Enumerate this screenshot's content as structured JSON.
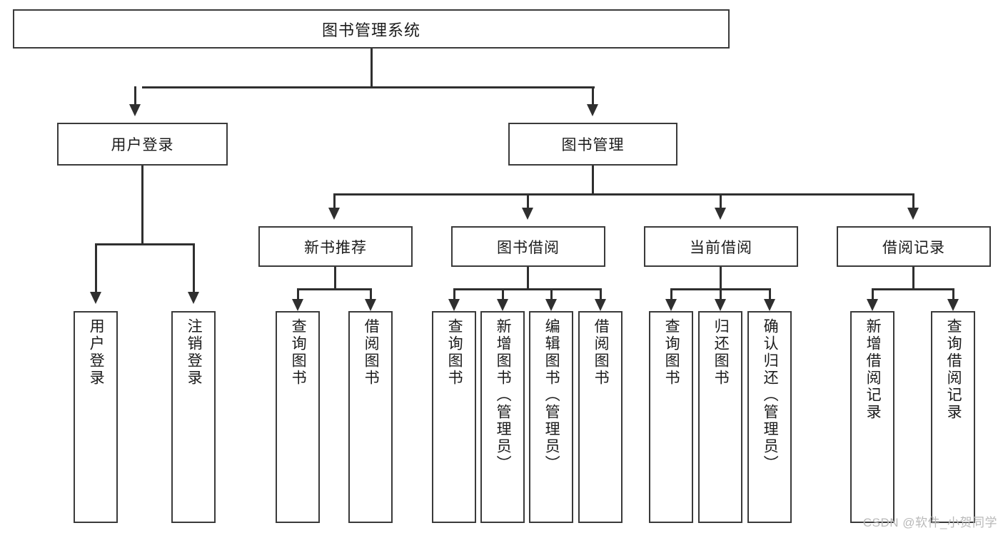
{
  "diagram": {
    "title": "图书管理系统",
    "type": "tree",
    "root": {
      "label": "图书管理系统"
    },
    "level2": [
      {
        "label": "用户登录"
      },
      {
        "label": "图书管理"
      }
    ],
    "level3": [
      {
        "label": "新书推荐"
      },
      {
        "label": "图书借阅"
      },
      {
        "label": "当前借阅"
      },
      {
        "label": "借阅记录"
      }
    ],
    "leaves": {
      "user_login": [
        {
          "label": "用户登录"
        },
        {
          "label": "注销登录"
        }
      ],
      "new_book_recommend": [
        {
          "label": "查询图书"
        },
        {
          "label": "借阅图书"
        }
      ],
      "book_borrow": [
        {
          "label": "查询图书"
        },
        {
          "label": "新增图书（管理员）"
        },
        {
          "label": "编辑图书（管理员）"
        },
        {
          "label": "借阅图书"
        }
      ],
      "current_borrow": [
        {
          "label": "查询图书"
        },
        {
          "label": "归还图书"
        },
        {
          "label": "确认归还（管理员）"
        }
      ],
      "borrow_record": [
        {
          "label": "新增借阅记录"
        },
        {
          "label": "查询借阅记录"
        }
      ]
    }
  },
  "watermark": {
    "text": "CSDN @软件_小贺同学"
  },
  "colors": {
    "box_border": "#3a3a3a",
    "line": "#2f2f2f",
    "text": "#1b1b1b",
    "background": "#ffffff",
    "watermark": "#b9b9b9"
  }
}
